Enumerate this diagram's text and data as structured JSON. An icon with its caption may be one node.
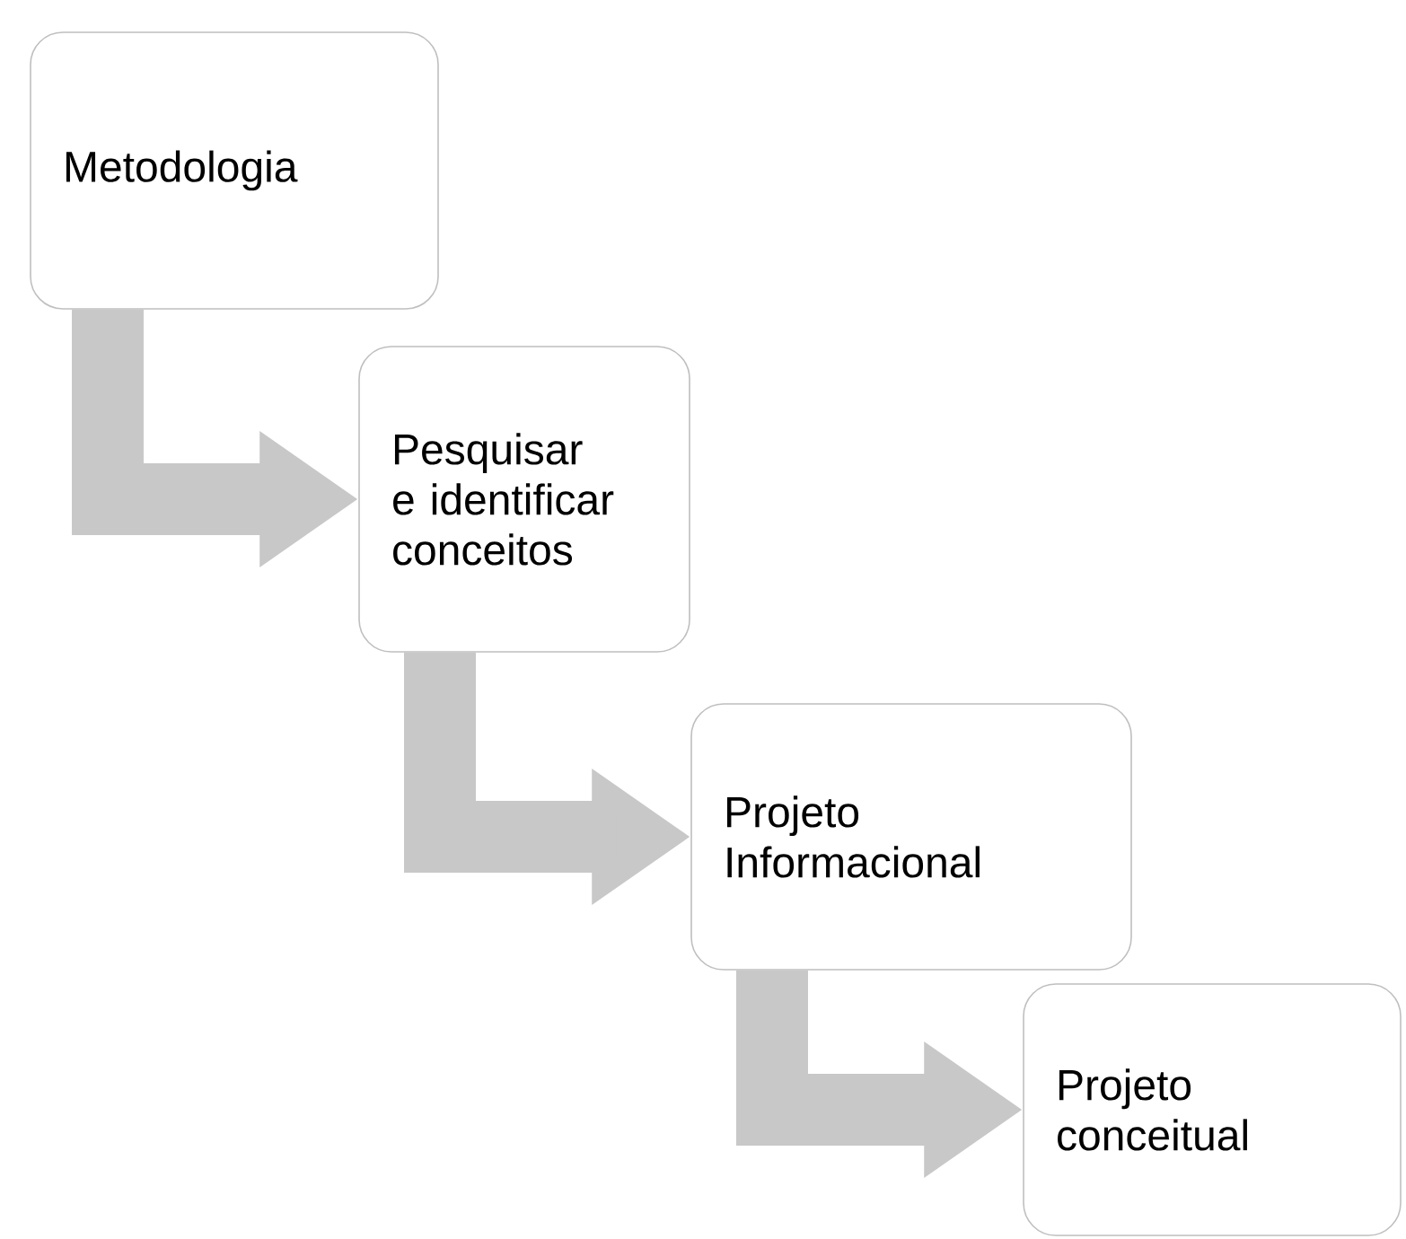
{
  "diagram": {
    "nodes": [
      {
        "text": [
          "Metodologia"
        ]
      },
      {
        "text": [
          "Pesquisar e identificar conceitos"
        ]
      },
      {
        "text": [
          "Projeto Informacional"
        ]
      },
      {
        "text": [
          "Projeto conceitual"
        ]
      }
    ],
    "edges": [
      {
        "from": 0,
        "to": 1,
        "arrow": "to"
      },
      {
        "from": 1,
        "to": 2,
        "arrow": "to"
      },
      {
        "from": 2,
        "to": 3,
        "arrow": "to"
      }
    ]
  }
}
